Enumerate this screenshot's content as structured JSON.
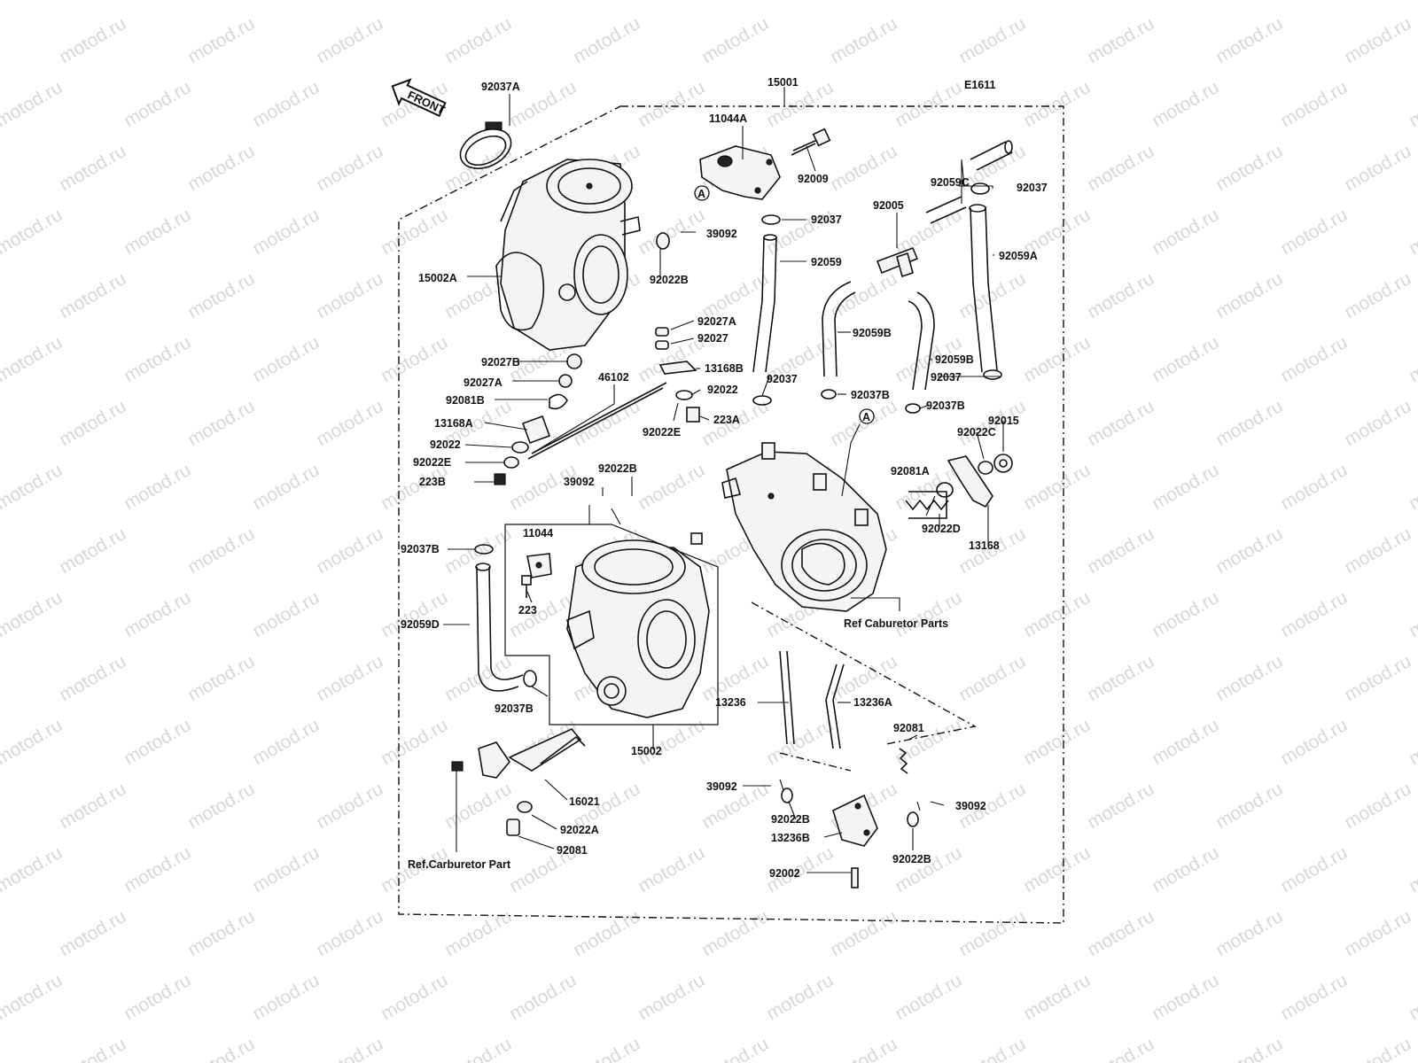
{
  "diagram_code": "E1611",
  "front_label": "FRONT",
  "circle_ref": "A",
  "watermark_text": "motod.ru",
  "part_labels": {
    "p15001": "15001",
    "p92037A": "92037A",
    "p11044A": "11044A",
    "p92009": "92009",
    "p92037_top": "92037",
    "p92059C": "92059C",
    "p92005": "92005",
    "p92037_r": "92037",
    "p39092_a": "39092",
    "p92059": "92059",
    "p92059A": "92059A",
    "p15002A": "15002A",
    "p92022B_a": "92022B",
    "p92027A_a": "92027A",
    "p92027": "92027",
    "p92059B_a": "92059B",
    "p92059B_b": "92059B",
    "p13168B": "13168B",
    "p92027B": "92027B",
    "p92037_mid": "92037",
    "p92037_mr": "92037",
    "p46102": "46102",
    "p92027A_b": "92027A",
    "p92022_a": "92022",
    "p92037B_a": "92037B",
    "p92037B_b": "92037B",
    "p92081B": "92081B",
    "p223A": "223A",
    "p13168A": "13168A",
    "p92022E_a": "92022E",
    "p92015": "92015",
    "p92022C": "92022C",
    "p92022_b": "92022",
    "p92081A": "92081A",
    "p92022E_b": "92022E",
    "p92022B_b": "92022B",
    "p223B": "223B",
    "p39092_b": "39092",
    "p92022D": "92022D",
    "p13168": "13168",
    "p11044": "11044",
    "p92037B_c": "92037B",
    "p223": "223",
    "p92059D": "92059D",
    "p92037B_d": "92037B",
    "p13236": "13236",
    "p13236A": "13236A",
    "p15002": "15002",
    "p92081_a": "92081",
    "p16021": "16021",
    "p39092_c": "39092",
    "p39092_d": "39092",
    "p92022B_c": "92022B",
    "p92022A": "92022A",
    "p13236B": "13236B",
    "p92022B_d": "92022B",
    "p92081_b": "92081",
    "p92002": "92002"
  },
  "refs": {
    "ref_right": "Ref Caburetor Parts",
    "ref_left": "Ref.Carburetor Part"
  }
}
